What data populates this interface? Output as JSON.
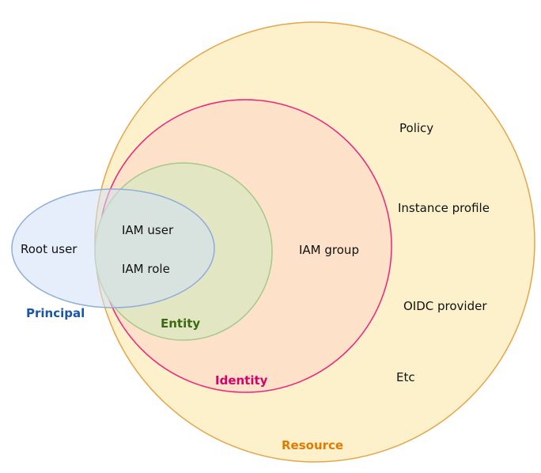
{
  "sets": {
    "resource": {
      "label": "Resource",
      "color": "#e07b00",
      "fill": "#fdf1cc",
      "stroke": "#e6a54a",
      "items": [
        "Policy",
        "Instance profile",
        "OIDC provider",
        "Etc"
      ]
    },
    "identity": {
      "label": "Identity",
      "color": "#d6006b",
      "fill": "#fde1c9",
      "stroke": "#f0237a",
      "items": [
        "IAM group"
      ]
    },
    "entity": {
      "label": "Entity",
      "color": "#3b6a10",
      "fill": "#e3e6c3",
      "stroke": "#a6c98b",
      "items": [
        "IAM user",
        "IAM role"
      ]
    },
    "principal": {
      "label": "Principal",
      "color": "#1a56a8",
      "fill": "#dde8f7",
      "stroke": "#8eaed8",
      "items": [
        "Root user"
      ]
    }
  }
}
